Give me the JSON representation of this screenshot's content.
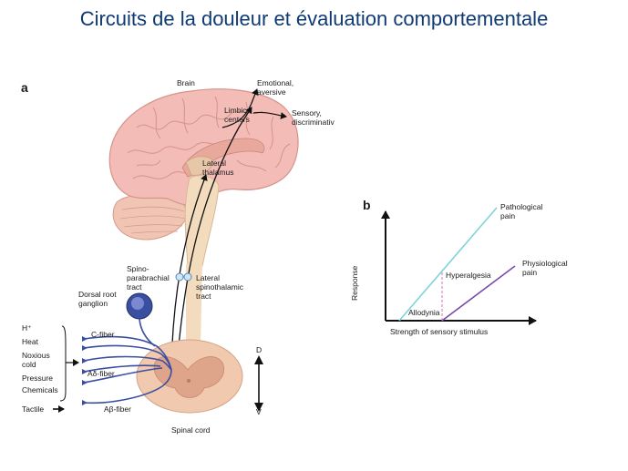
{
  "title": "Circuits de la douleur et évaluation comportementale",
  "colors": {
    "title": "#0f3a73",
    "brain": "#f2b9b4",
    "nerve": "#3b4fa0",
    "pathological_line": "#7fd3dc",
    "physiological_line": "#7a4aa8",
    "dashed": "#c77bb7"
  },
  "panel_a": {
    "letter": "a",
    "brain": "Brain",
    "emotional": "Emotional,\naversive",
    "sensory": "Sensory,\ndiscriminativ",
    "limbic": "Limbic\ncenters",
    "lateral_thalamus": "Lateral\nthalamus",
    "spinoparabrachial": "Spino-\nparabrachial\ntract",
    "lateral_spinothalamic": "Lateral\nspinothalamic\ntract",
    "drg": "Dorsal root\nganglion",
    "stimuli": {
      "h": "H⁺",
      "heat": "Heat",
      "noxious": "Noxious\ncold",
      "pressure": "Pressure",
      "chemicals": "Chemicals",
      "tactile": "Tactile"
    },
    "c_fiber": "C-fiber",
    "ad_fiber": "Aδ-fiber",
    "ab_fiber": "Aβ-fiber",
    "d": "D",
    "v": "V",
    "spinal_cord": "Spinal cord"
  },
  "panel_b": {
    "letter": "b",
    "pathological": "Pathological\npain",
    "physiological": "Physiological\npain",
    "hyperalgesia": "Hyperalgesia",
    "allodynia": "Allodynia",
    "ylabel": "Response",
    "xlabel": "Strength of sensory stimulus"
  }
}
